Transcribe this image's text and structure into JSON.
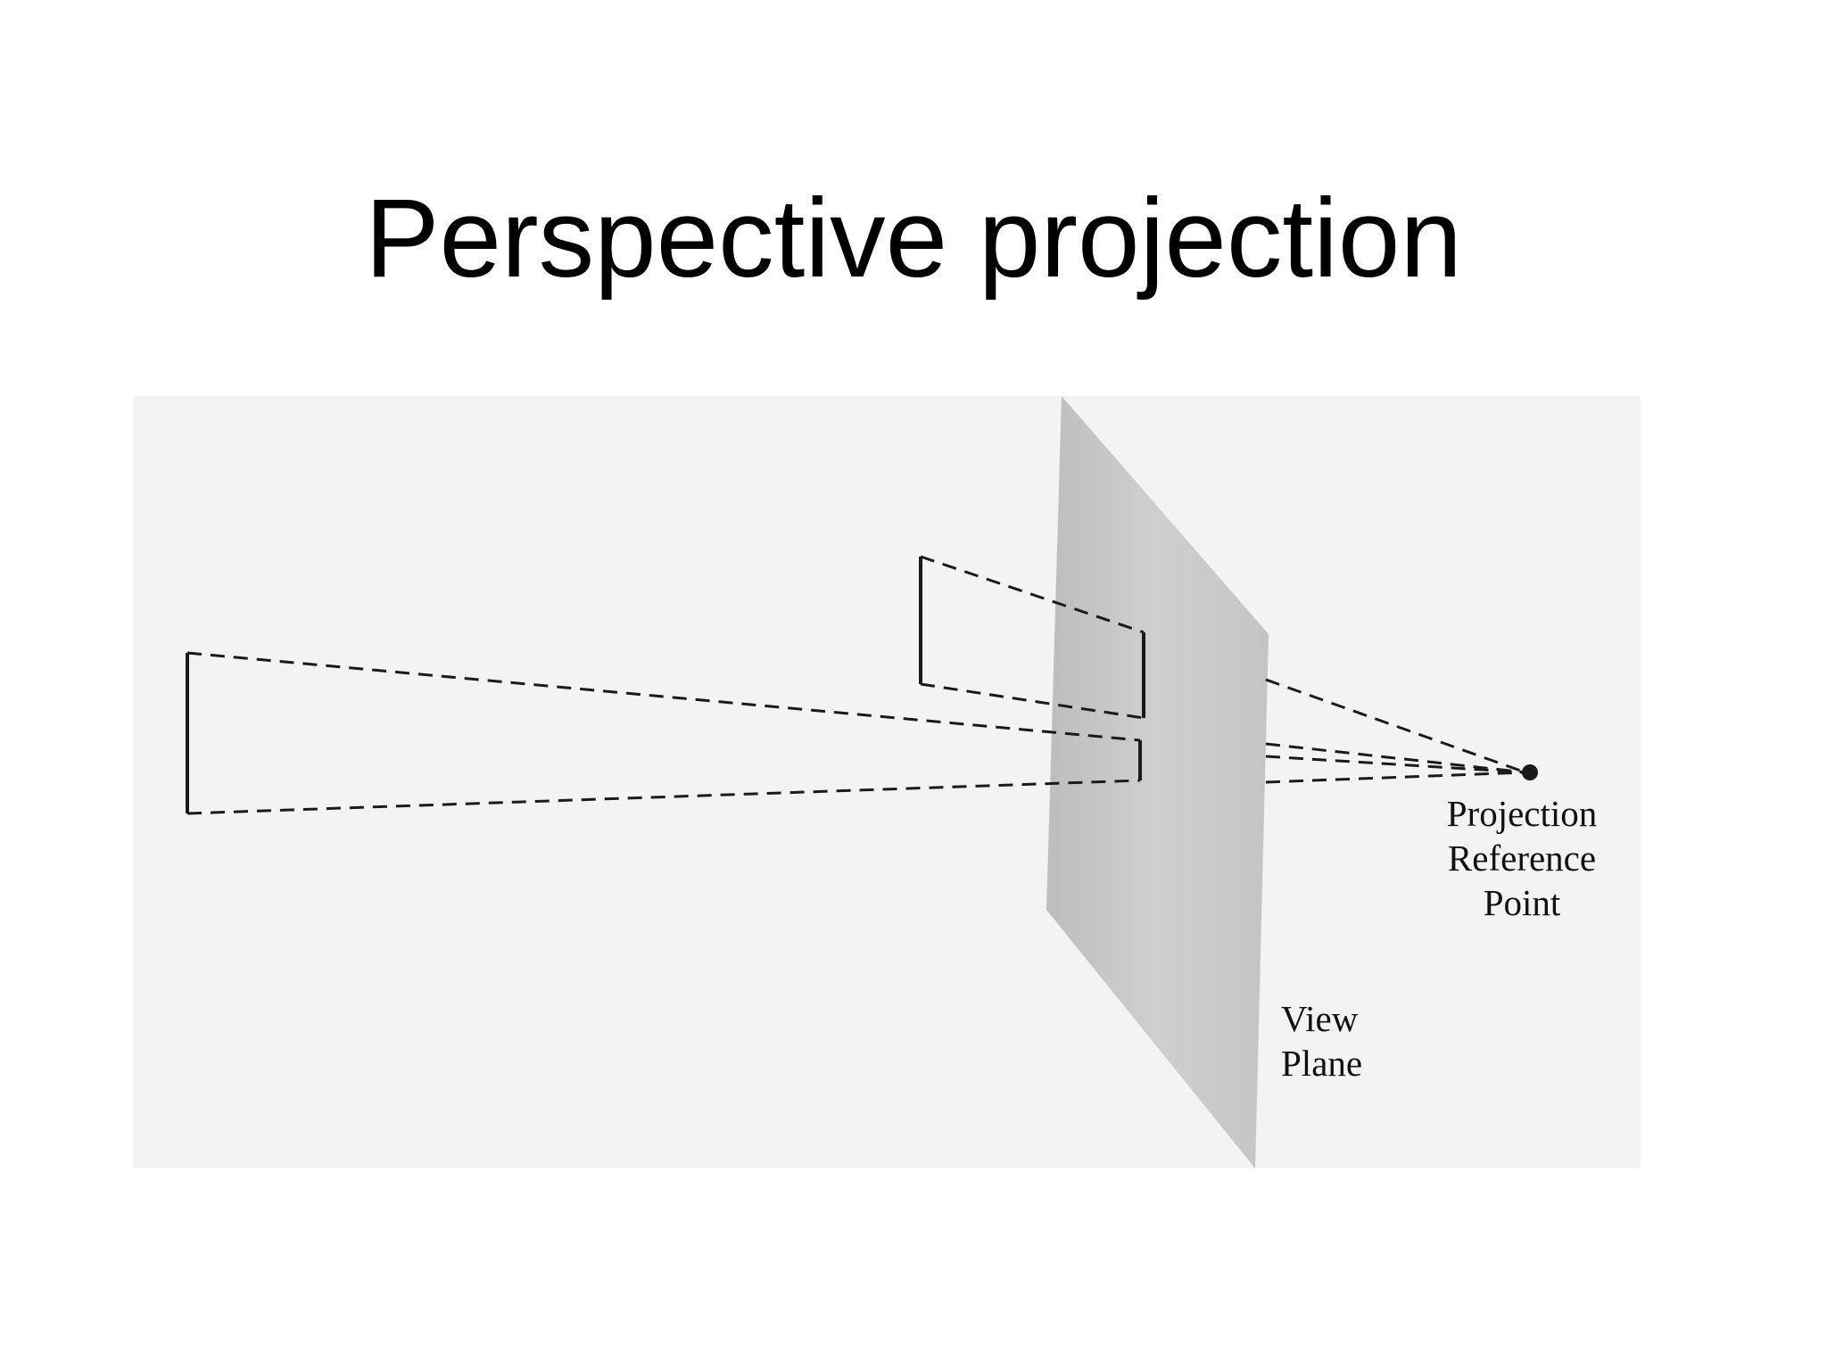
{
  "slide": {
    "title": "Perspective projection"
  },
  "diagram": {
    "labels": {
      "prp_line1": "Projection",
      "prp_line2": "Reference",
      "prp_line3": "Point",
      "view_plane_line1": "View",
      "view_plane_line2": "Plane"
    },
    "colors": {
      "background": "#ffffff",
      "figure_background": "#f2f2f2",
      "view_plane": "#c8c8c8",
      "lines": "#1a1a1a"
    }
  }
}
